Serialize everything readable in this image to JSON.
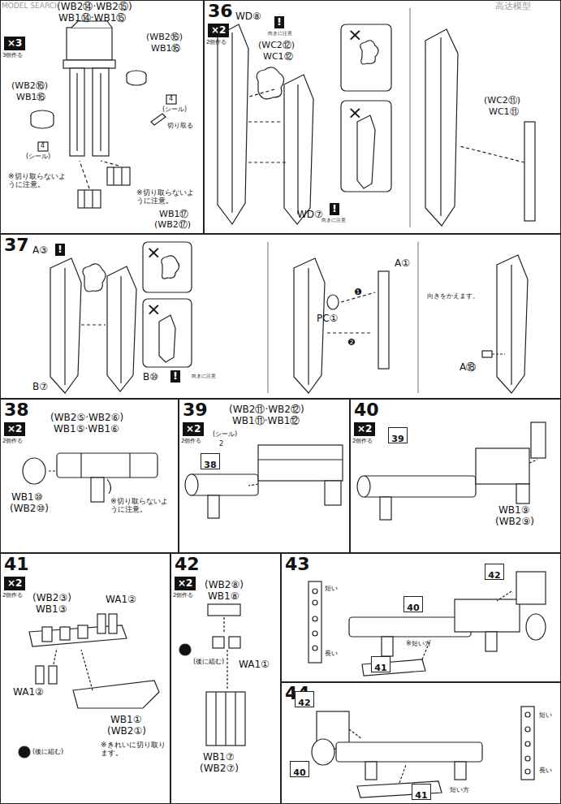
{
  "diagram": {
    "nodes": [
      {
        "text": [
          "×3",
          "3個作る"
        ]
      },
      {
        "text": [
          "36",
          "×2",
          "2個作る"
        ]
      },
      {
        "text": [
          "37"
        ]
      },
      {
        "text": [
          "38",
          "×2",
          "2個作る"
        ]
      },
      {
        "text": [
          "39",
          "×2",
          "2個作る"
        ]
      },
      {
        "text": [
          "38"
        ],
        "in": 4
      },
      {
        "text": [
          "40",
          "×2",
          "2個作る"
        ]
      },
      {
        "text": [
          "39"
        ],
        "in": 6
      },
      {
        "text": [
          "41",
          "×2",
          "2個作る"
        ]
      },
      {
        "text": [
          "42",
          "×2",
          "2個作る"
        ]
      },
      {
        "text": [
          "43"
        ]
      },
      {
        "text": [
          "40"
        ],
        "in": 10
      },
      {
        "text": [
          "42"
        ],
        "in": 10
      },
      {
        "text": [
          "41"
        ],
        "in": 10
      },
      {
        "text": [
          "44"
        ]
      },
      {
        "text": [
          "42"
        ],
        "in": 14
      },
      {
        "text": [
          "40"
        ],
        "in": 14
      },
      {
        "text": [
          "41"
        ],
        "in": 14
      }
    ],
    "labels": [
      "(WB2⑭·WB2⑮)",
      "WB1⑭·WB1⑮",
      "(WB2⑯)",
      "WB1⑯",
      "(WB2⑯)",
      "WB1⑯",
      "4",
      "(シール)",
      "4",
      "(シール)",
      "切り取る",
      "※切り取らないように注意。",
      "※切り取らないように注意。",
      "WB1⑰",
      "(WB2⑰)",
      "WD⑧",
      "!",
      "向きに注意",
      "(WC2⑫)",
      "WC1⑫",
      "×",
      "×",
      "WD⑦",
      "!",
      "向きに注意",
      "(WC2⑪)",
      "WC1⑪",
      "A③",
      "!",
      "×",
      "×",
      "B⑦",
      "B⑩",
      "!",
      "向きに注意",
      "PC①",
      "A①",
      "❶",
      "❷",
      "向きをかえます。",
      "A⑱",
      "(WB2⑤·WB2⑥)",
      "WB1⑤·WB1⑥",
      "WB1⑩",
      "(WB2⑩)",
      "※切り取らないように注意。",
      "(WB2⑪·WB2⑫)",
      "WB1⑪·WB1⑫",
      "(シール)",
      "2",
      "WB1⑨",
      "(WB2⑨)",
      "(WB2③)",
      "WB1③",
      "WA1②",
      "WA1②",
      "(後に組む)",
      "WB1①",
      "(WB2①)",
      "※きれいに切り取ります。",
      "(WB2⑧)",
      "WB1⑧",
      "(後に組む)",
      "WA1①",
      "WB1⑦",
      "(WB2⑦)",
      "短い",
      "長い",
      "※短い方",
      "短い",
      "長い",
      "短い方",
      "MODEL SEARCH",
      "高达模型"
    ]
  }
}
